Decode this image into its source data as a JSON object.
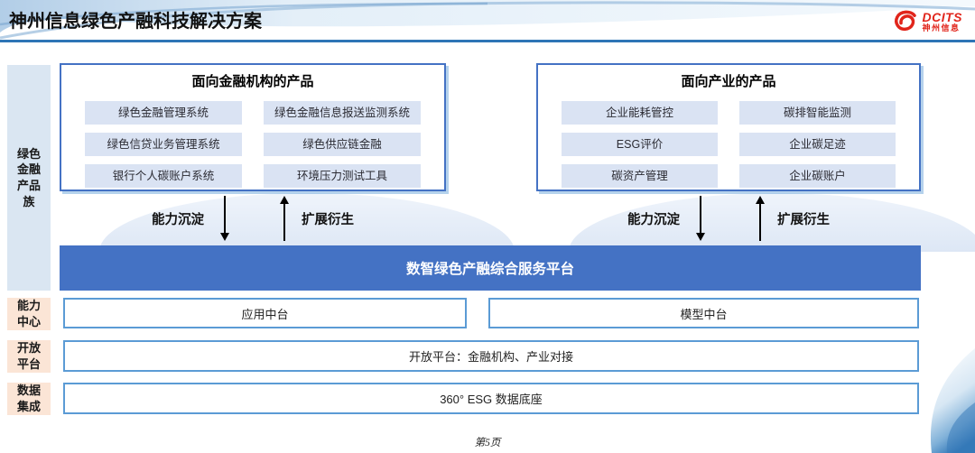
{
  "header": {
    "title": "神州信息绿色产融科技解决方案",
    "logo": {
      "brand": "DCITS",
      "brand_cn": "神州信息"
    }
  },
  "sidebar": {
    "product_family": "绿色\n金融\n产品\n族",
    "capability_center": "能力\n中心",
    "open_platform": "开放\n平台",
    "data_integration": "数据\n集成"
  },
  "groups": [
    {
      "title": "面向金融机构的产品",
      "items": [
        "绿色金融管理系统",
        "绿色金融信息报送监测系统",
        "绿色信贷业务管理系统",
        "绿色供应链金融",
        "银行个人碳账户系统",
        "环境压力测试工具"
      ]
    },
    {
      "title": "面向产业的产品",
      "items": [
        "企业能耗管控",
        "碳排智能监测",
        "ESG评价",
        "企业碳足迹",
        "碳资产管理",
        "企业碳账户"
      ]
    }
  ],
  "flow": {
    "down_label": "能力沉淀",
    "up_label": "扩展衍生"
  },
  "platform": {
    "title": "数智绿色产融综合服务平台"
  },
  "middle_row": {
    "items": [
      "应用中台",
      "模型中台"
    ]
  },
  "open_row": {
    "text": "开放平台：金融机构、产业对接"
  },
  "data_row": {
    "text": "360° ESG 数据底座"
  },
  "footer": {
    "page": "第5页"
  },
  "colors": {
    "accent_blue": "#4472C4",
    "row_border_blue": "#5B9BD5",
    "header_line_blue": "#2E75B6",
    "item_bg": "#DAE3F3",
    "sidebar_blue": "#DAE6F2",
    "sidebar_peach": "#FBE5D6",
    "brand_red": "#E1251B"
  }
}
